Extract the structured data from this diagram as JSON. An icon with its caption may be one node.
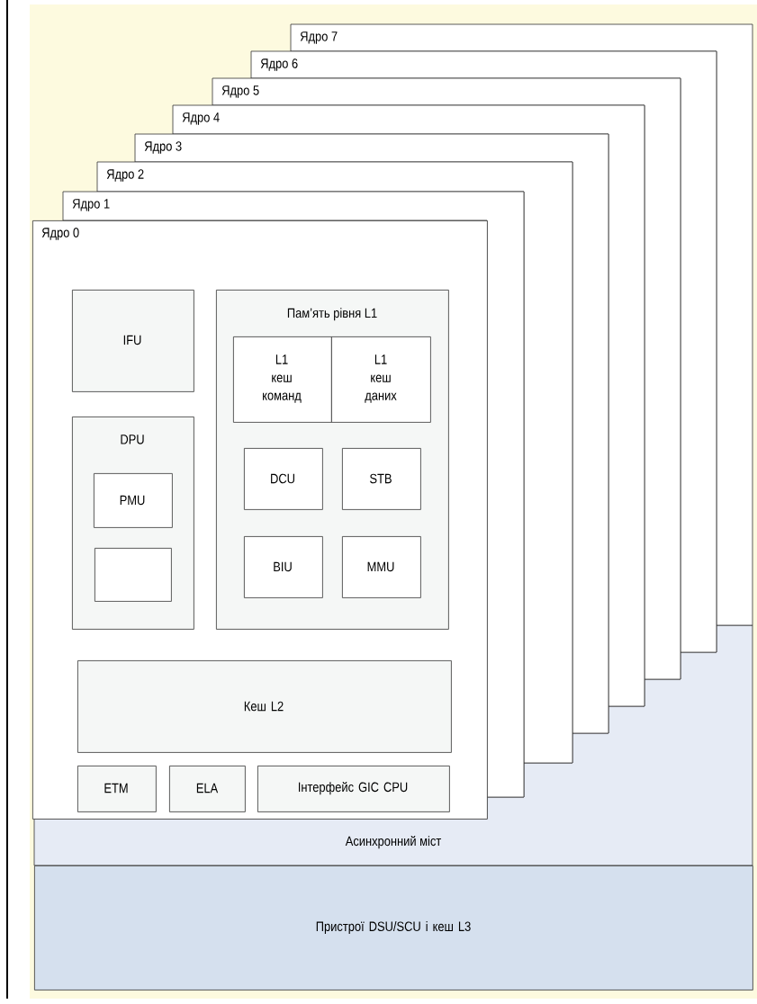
{
  "diagram": {
    "nodes": [
      {
        "text": [
          "Ядро 7"
        ]
      },
      {
        "text": [
          "Ядро 6"
        ]
      },
      {
        "text": [
          "Ядро 5"
        ]
      },
      {
        "text": [
          "Ядро 4"
        ]
      },
      {
        "text": [
          "Ядро 3"
        ]
      },
      {
        "text": [
          "Ядро 2"
        ]
      },
      {
        "text": [
          "Ядро 1"
        ]
      },
      {
        "text": [
          "Ядро 0"
        ]
      },
      {
        "text": [
          "IFU"
        ],
        "in": 7
      },
      {
        "text": [
          "DPU"
        ],
        "in": 7
      },
      {
        "text": [
          "PMU"
        ],
        "in": 9
      },
      {
        "text": [],
        "shape": "box",
        "in": 9
      },
      {
        "text": [
          "Пам’ять рівня L1"
        ],
        "in": 7
      },
      {
        "text": [
          "L1 кеш команд"
        ],
        "in": 12
      },
      {
        "text": [
          "L1 кеш даних"
        ],
        "in": 12
      },
      {
        "text": [
          "DCU"
        ],
        "in": 12
      },
      {
        "text": [
          "STB"
        ],
        "in": 12
      },
      {
        "text": [
          "BIU"
        ],
        "in": 12
      },
      {
        "text": [
          "MMU"
        ],
        "in": 12
      },
      {
        "text": [
          "Кеш L2"
        ],
        "in": 7
      },
      {
        "text": [
          "ETM"
        ],
        "in": 7
      },
      {
        "text": [
          "ELA"
        ],
        "in": 7
      },
      {
        "text": [
          "Інтерфейс GIC CPU"
        ],
        "in": 7
      },
      {
        "text": [
          "Асинхронний міст"
        ]
      },
      {
        "text": [
          "Пристрої DSU/SCU і кеш L3"
        ]
      }
    ]
  }
}
